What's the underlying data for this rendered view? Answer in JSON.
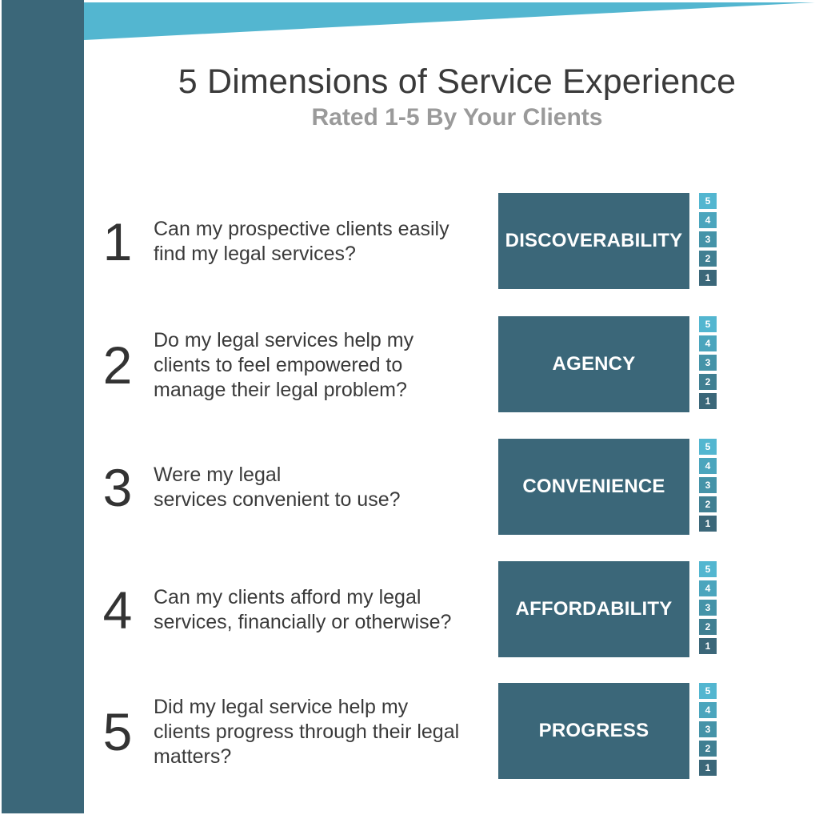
{
  "header": {
    "title": "5 Dimensions of Service Experience",
    "subtitle": "Rated 1-5 By Your Clients"
  },
  "colors": {
    "dark": "#3b6779",
    "accent": "#4fb3cf"
  },
  "scale": [
    {
      "label": "5",
      "color": "#53b6d0"
    },
    {
      "label": "4",
      "color": "#4ba5bd"
    },
    {
      "label": "3",
      "color": "#4593a8"
    },
    {
      "label": "2",
      "color": "#407f92"
    },
    {
      "label": "1",
      "color": "#3b6779"
    }
  ],
  "dimensions": [
    {
      "number": "1",
      "question": "Can my prospective clients easily\nfind my legal services?",
      "name": "DISCOVERABILITY"
    },
    {
      "number": "2",
      "question": "Do my legal services help my\nclients to feel empowered to\nmanage their legal problem?",
      "name": "AGENCY"
    },
    {
      "number": "3",
      "question": "Were my legal\nservices convenient to use?",
      "name": "CONVENIENCE"
    },
    {
      "number": "4",
      "question": "Can my clients afford my legal\nservices, financially or otherwise?",
      "name": "AFFORDABILITY"
    },
    {
      "number": "5",
      "question": "Did my legal service help my\nclients progress through their legal\nmatters?",
      "name": "PROGRESS"
    }
  ]
}
